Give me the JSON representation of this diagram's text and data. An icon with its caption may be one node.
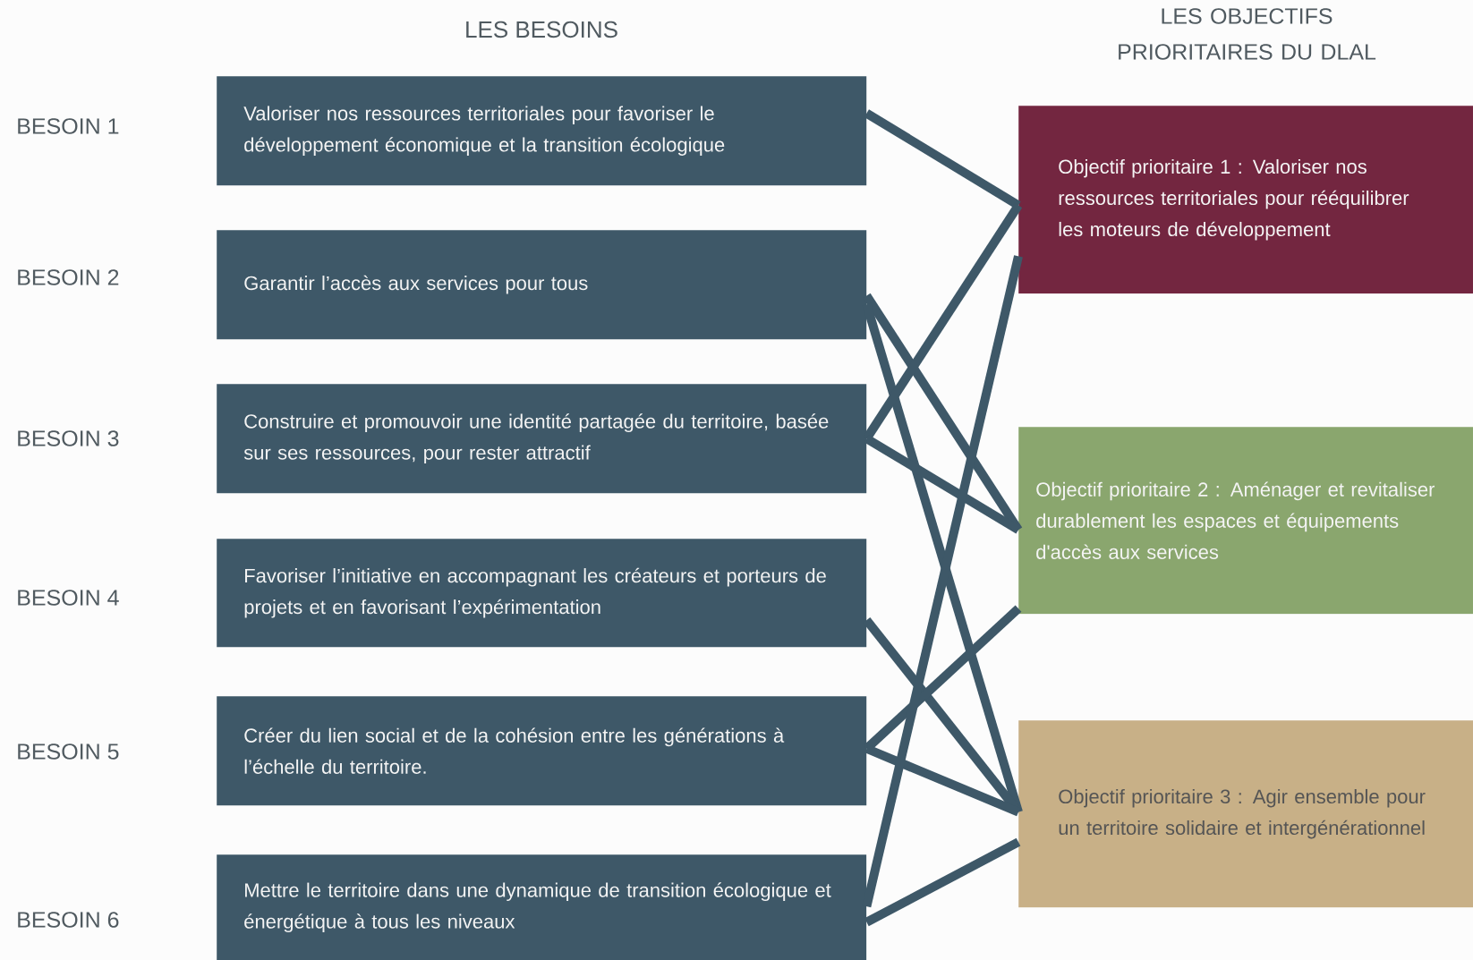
{
  "diagram": {
    "nodes": [
      {
        "text": [
          "Valoriser nos ressources territoriales pour favoriser le développement économique et la transition écologique"
        ]
      },
      {
        "text": [
          "Garantir l’accès aux services pour tous"
        ]
      },
      {
        "text": [
          "Construire et promouvoir une identité partagée du territoire, basée sur ses ressources, pour rester attractif"
        ]
      },
      {
        "text": [
          "Favoriser l’initiative en accompagnant les créateurs et porteurs de projets et en favorisant l’expérimentation"
        ]
      },
      {
        "text": [
          "Créer du lien social et de la cohésion entre les générations à l’échelle du territoire."
        ]
      },
      {
        "text": [
          "Mettre le territoire dans une dynamique de transition écologique et énergétique à tous les niveaux"
        ]
      },
      {
        "text": [
          "Objectif prioritaire 1 : Valoriser nos ressources territoriales pour rééquilibrer les moteurs de développement"
        ]
      },
      {
        "text": [
          "Objectif prioritaire 2 : Aménager et revitaliser durablement les espaces et équipements d'accès aux services"
        ]
      },
      {
        "text": [
          "Objectif prioritaire 3 : Agir ensemble pour un territoire solidaire et intergénérationnel"
        ]
      }
    ],
    "edges": [
      {
        "from": 0,
        "to": 6,
        "arrow": "none"
      },
      {
        "from": 1,
        "to": 7,
        "arrow": "none"
      },
      {
        "from": 1,
        "to": 8,
        "arrow": "none"
      },
      {
        "from": 2,
        "to": 6,
        "arrow": "none"
      },
      {
        "from": 2,
        "to": 7,
        "arrow": "none"
      },
      {
        "from": 3,
        "to": 8,
        "arrow": "none"
      },
      {
        "from": 4,
        "to": 7,
        "arrow": "none"
      },
      {
        "from": 4,
        "to": 8,
        "arrow": "none"
      },
      {
        "from": 5,
        "to": 6,
        "arrow": "none"
      },
      {
        "from": 5,
        "to": 8,
        "arrow": "none"
      }
    ],
    "labels": [
      "LES BESOINS",
      "LES OBJECTIFS PRIORITAIRES DU DLAL",
      "BESOIN 1",
      "BESOIN 2",
      "BESOIN 3",
      "BESOIN 4",
      "BESOIN 5",
      "BESOIN 6"
    ]
  }
}
